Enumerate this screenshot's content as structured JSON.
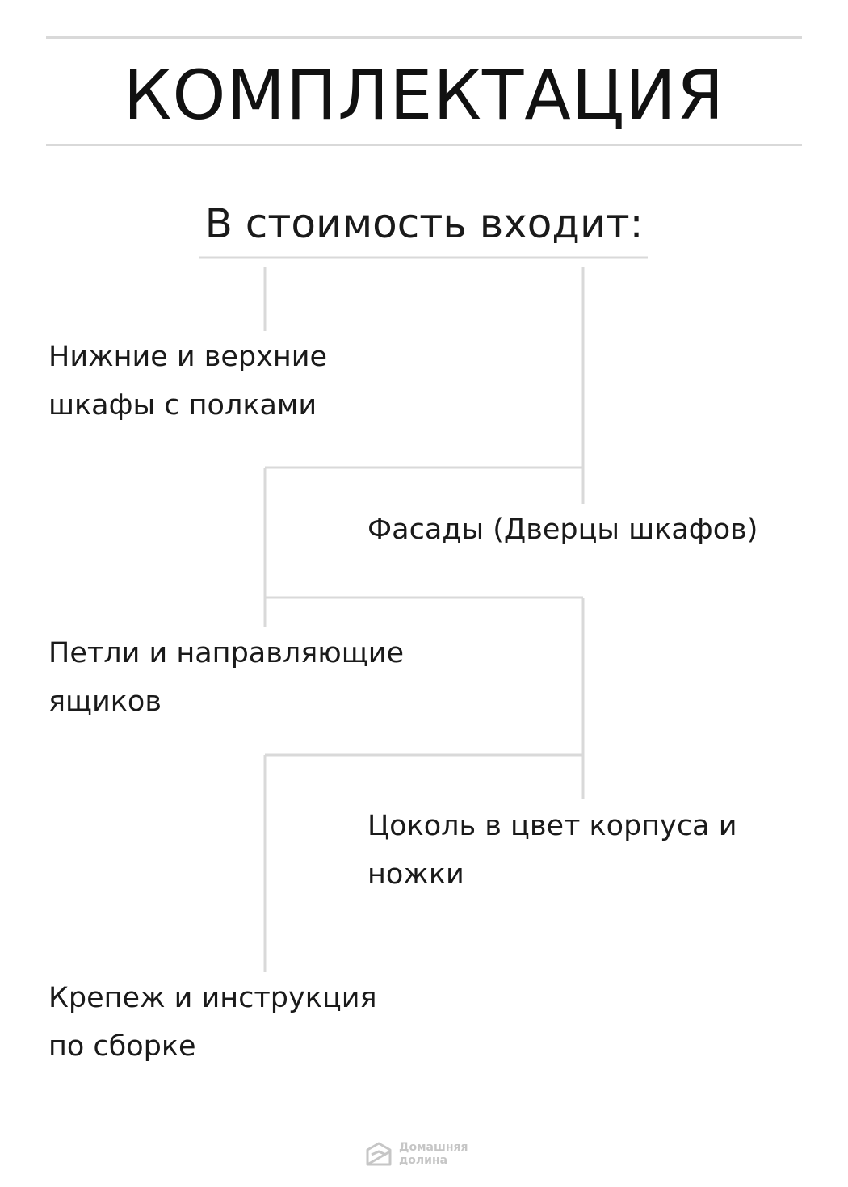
{
  "header": {
    "title": "КОМПЛЕКТАЦИЯ",
    "subtitle": "В стоимость входит:"
  },
  "items": [
    {
      "lines": [
        "Нижние и верхние",
        "шкафы с полками"
      ]
    },
    {
      "lines": [
        "Фасады (Дверцы шкафов)"
      ]
    },
    {
      "lines": [
        "Петли и направляющие",
        "ящиков"
      ]
    },
    {
      "lines": [
        "Цоколь в цвет корпуса и",
        "ножки"
      ]
    },
    {
      "lines": [
        "Крепеж и инструкция",
        "по сборке"
      ]
    }
  ],
  "brand": {
    "line1": "Домашняя",
    "line2": "долина",
    "icon": "house-box-icon"
  },
  "colors": {
    "text": "#1a1a1a",
    "lines": "#d9d9d9",
    "logo": "#c6c6c6"
  }
}
